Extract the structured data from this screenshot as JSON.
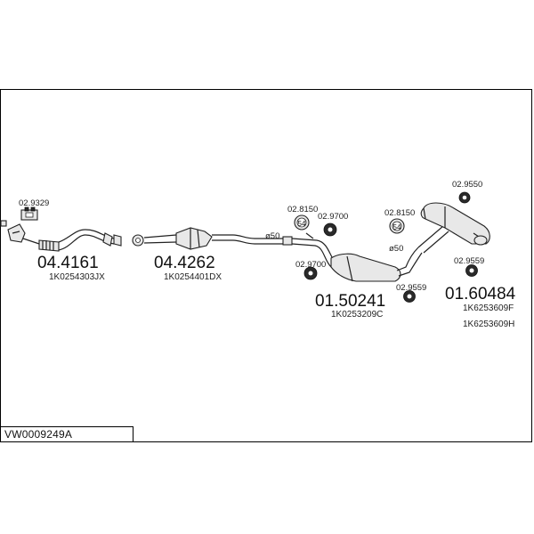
{
  "diagram_code": "VW0009249A",
  "parts": [
    {
      "number": "04.4161",
      "refs": [
        "1K0254303JX"
      ]
    },
    {
      "number": "04.4262",
      "refs": [
        "1K0254401DX"
      ]
    },
    {
      "number": "01.50241",
      "refs": [
        "1K0253209C"
      ]
    },
    {
      "number": "01.60484",
      "refs": [
        "1K6253609F",
        "1K6253609H"
      ]
    }
  ],
  "accessories": [
    {
      "number": "02.9329"
    },
    {
      "number": "02.8150",
      "badge": "54"
    },
    {
      "number": "02.9700"
    },
    {
      "number": "02.9700"
    },
    {
      "number": "02.8150",
      "badge": "54"
    },
    {
      "number": "02.9559"
    },
    {
      "number": "02.9550"
    },
    {
      "number": "02.9559"
    }
  ],
  "pipe_diameters": [
    "ø50",
    "ø50"
  ]
}
